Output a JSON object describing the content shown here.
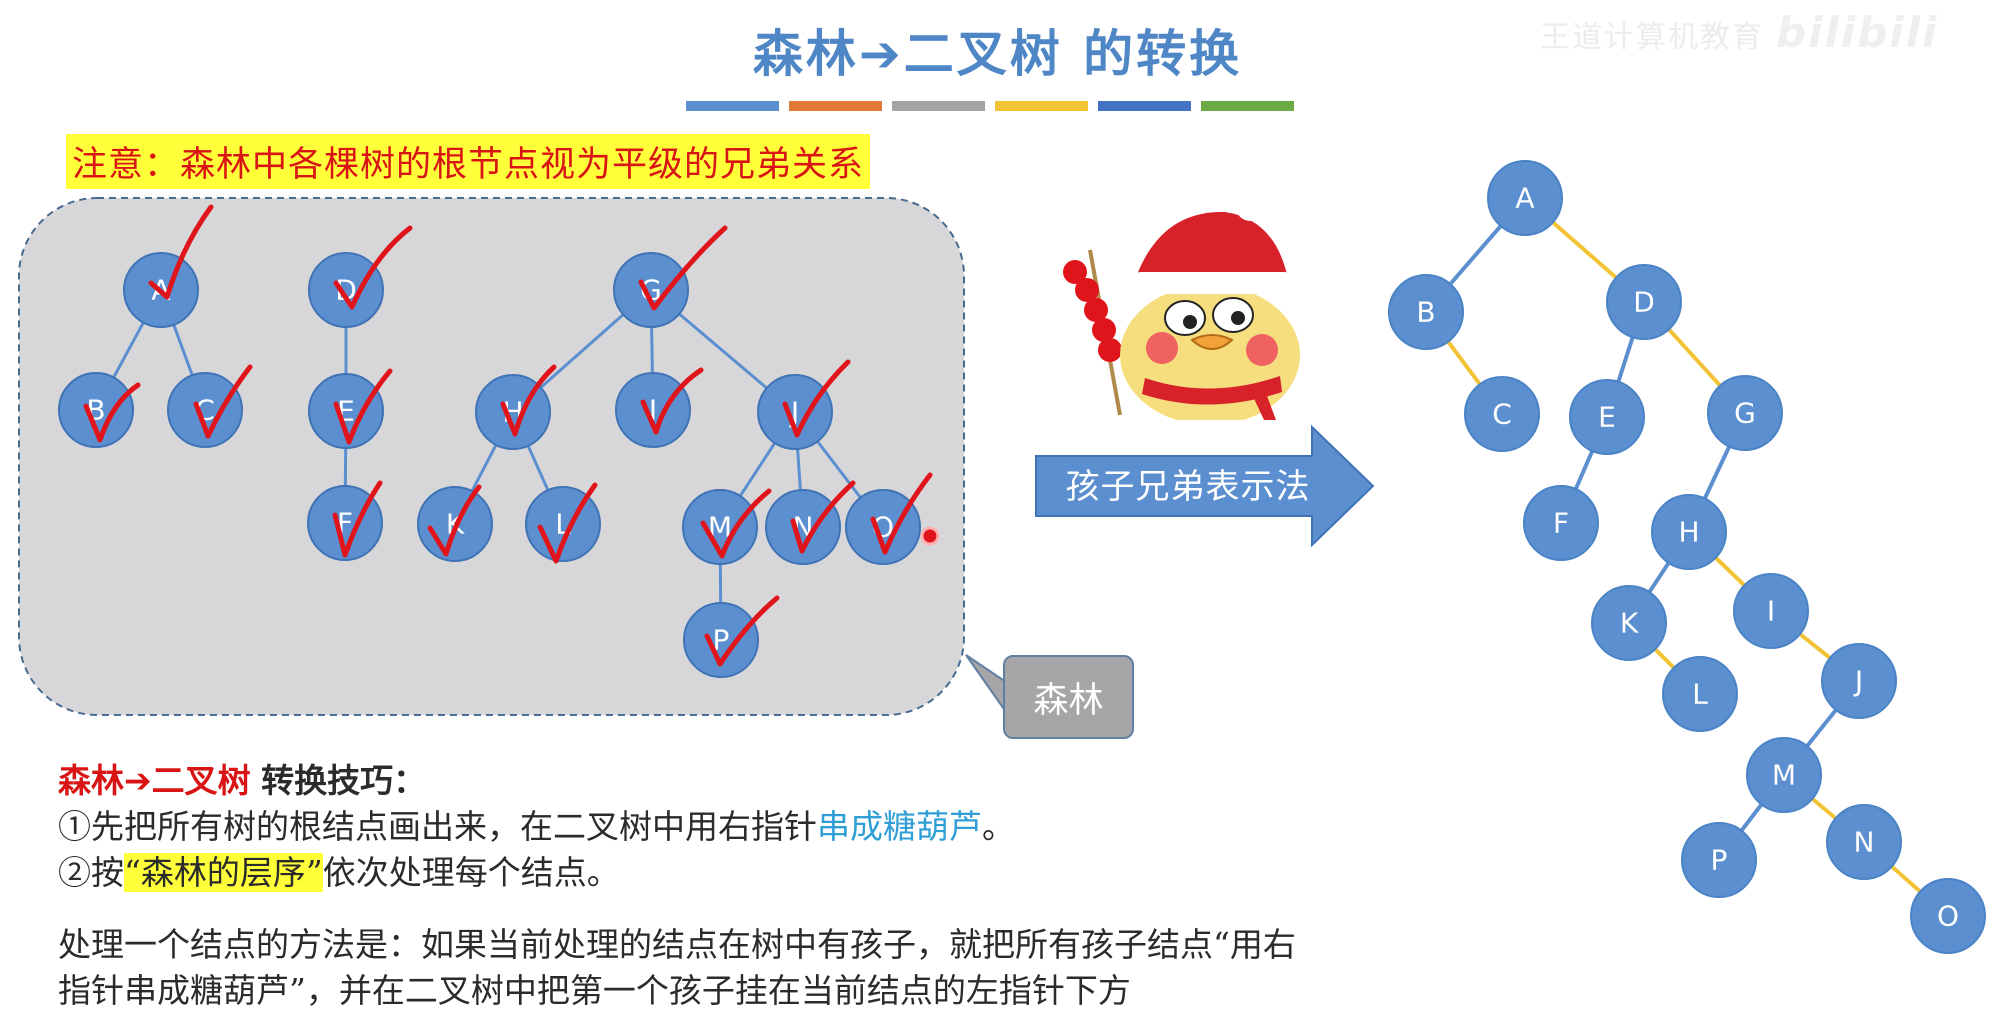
{
  "watermark": {
    "author": "王道计算机教育",
    "brand": "bilibili"
  },
  "title": "森林➔二叉树 的转换",
  "color_strip": [
    "#5b8fd0",
    "#e07a36",
    "#a4a4a4",
    "#f2c335",
    "#4472c4",
    "#6aab45"
  ],
  "note": "注意：森林中各棵树的根节点视为平级的兄弟关系",
  "forest": {
    "caption": "森林",
    "nodes": {
      "A": "A",
      "B": "B",
      "C": "C",
      "D": "D",
      "E": "E",
      "F": "F",
      "G": "G",
      "H": "H",
      "I": "I",
      "J": "J",
      "K": "K",
      "L": "L",
      "M": "M",
      "N": "N",
      "O": "O",
      "P": "P"
    }
  },
  "arrow_label": "孩子兄弟表示法",
  "binary_tree": {
    "nodes": {
      "A": "A",
      "B": "B",
      "C": "C",
      "D": "D",
      "E": "E",
      "F": "F",
      "G": "G",
      "H": "H",
      "I": "I",
      "J": "J",
      "K": "K",
      "L": "L",
      "M": "M",
      "N": "N",
      "O": "O",
      "P": "P"
    },
    "left_edge_color": "#5b8fd0",
    "right_edge_color": "#f2c335"
  },
  "tips": {
    "heading_red": "森林➔二叉树",
    "heading_rest": "转换技巧：",
    "line1_a": "①先把所有树的根结点画出来，在二叉树中用右指针",
    "line1_blue": "串成糖葫芦",
    "line1_end": "。",
    "line2_a": "②按",
    "line2_highlight": "“森林的层序”",
    "line2_end": "依次处理每个结点。",
    "para_line1": "处理一个结点的方法是：如果当前处理的结点在树中有孩子，就把所有孩子结点“用右",
    "para_line2": "指针串成糖葫芦”，并在二叉树中把第一个孩子挂在当前结点的左指针下方"
  },
  "colors": {
    "node": "#5b8fd0",
    "node_border": "#3f73b5",
    "check": "#e0141b",
    "forest_bg": "#d7d7d9"
  }
}
